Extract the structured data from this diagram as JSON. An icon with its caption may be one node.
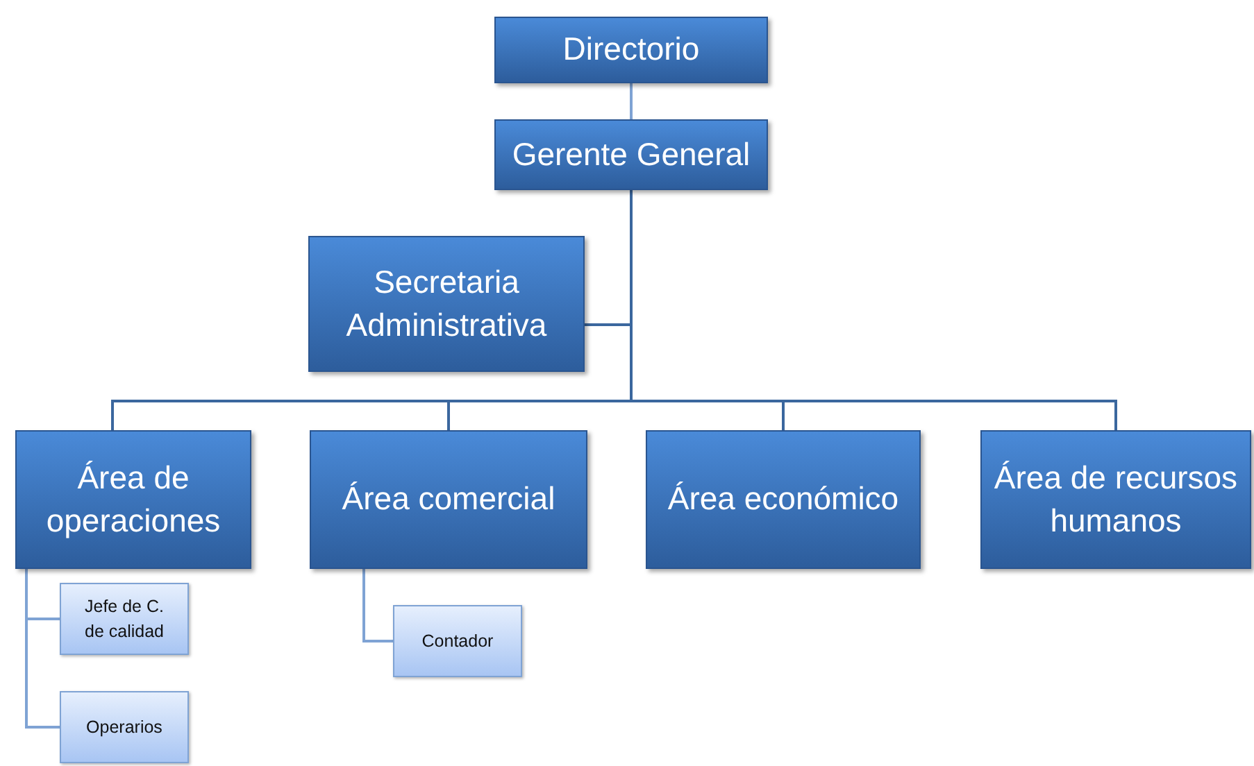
{
  "diagram": {
    "nodes": [
      {
        "text": [
          "Directorio"
        ]
      },
      {
        "text": [
          "Gerente General"
        ]
      },
      {
        "text": [
          "Secretaria Administrativa"
        ]
      },
      {
        "text": [
          "Área de operaciones"
        ]
      },
      {
        "text": [
          "Área comercial"
        ]
      },
      {
        "text": [
          "Área económico"
        ]
      },
      {
        "text": [
          "Área de recursos humanos"
        ]
      },
      {
        "text": [
          "Jefe de C. de calidad"
        ]
      },
      {
        "text": [
          "Operarios"
        ]
      },
      {
        "text": [
          "Contador"
        ]
      }
    ],
    "edges": [
      {
        "from": 0,
        "to": 1,
        "arrow": "none"
      },
      {
        "from": 1,
        "to": 2,
        "arrow": "none"
      },
      {
        "from": 1,
        "to": 3,
        "arrow": "none"
      },
      {
        "from": 1,
        "to": 4,
        "arrow": "none"
      },
      {
        "from": 1,
        "to": 5,
        "arrow": "none"
      },
      {
        "from": 1,
        "to": 6,
        "arrow": "none"
      },
      {
        "from": 3,
        "to": 7,
        "arrow": "none"
      },
      {
        "from": 3,
        "to": 8,
        "arrow": "none"
      },
      {
        "from": 4,
        "to": 9,
        "arrow": "none"
      }
    ]
  }
}
